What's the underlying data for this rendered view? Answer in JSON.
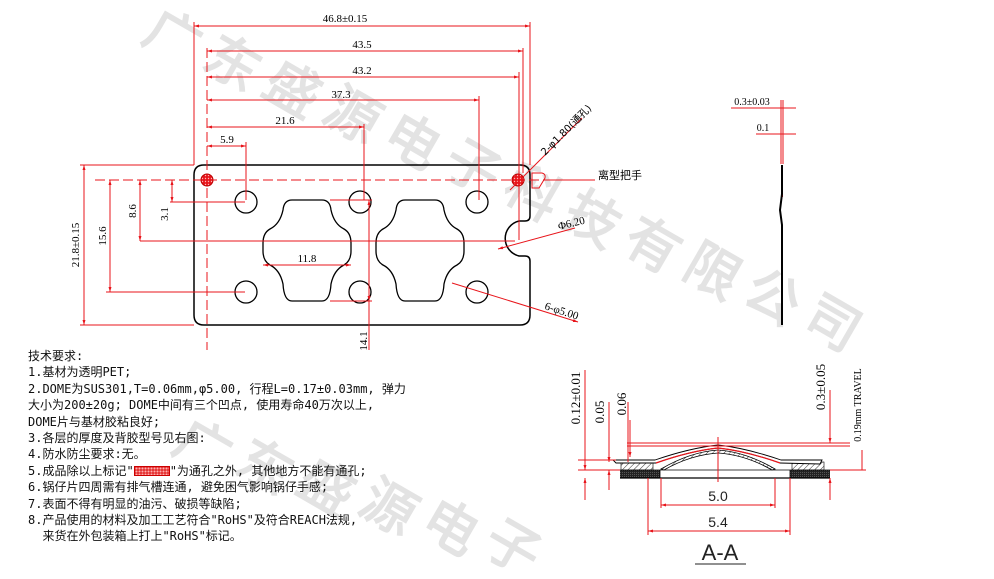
{
  "watermark": {
    "line1": [
      "广",
      "东",
      "盛",
      "源",
      "电",
      "子",
      "科",
      "技",
      "有",
      "限",
      "公",
      "司"
    ],
    "line2": [
      "广",
      "东",
      "盛",
      "源",
      "电",
      "子"
    ]
  },
  "top_view": {
    "dimensions": {
      "overall_width": "46.8±0.15",
      "width_43_5": "43.5",
      "width_43_2": "43.2",
      "width_37_3": "37.3",
      "width_21_6": "21.6",
      "width_5_9": "5.9",
      "overall_height": "21.8±0.15",
      "height_15_6": "15.6",
      "height_8_6": "8.6",
      "height_3_1": "3.1",
      "cutout_width": "11.8",
      "height_14_1": "14.1",
      "notch_dia": "Φ6.20",
      "dome_holes": "6-φ5.00",
      "vent_holes": "2-φ1.80(通孔)",
      "release_tab": "离型把手"
    }
  },
  "side_view": {
    "total_thickness": "0.3±0.03",
    "base_thickness": "0.1"
  },
  "section_view": {
    "title": "A-A",
    "dims": {
      "t_012": "0.12±0.01",
      "t_005": "0.05",
      "t_006": "0.06",
      "t_03": "0.3±0.05",
      "travel": "0.19mm  TRAVEL",
      "inner_dia": "5.0",
      "outer_dia": "5.4"
    }
  },
  "notes": {
    "heading": "技术要求:",
    "items": [
      "1.基材为透明PET;",
      "2.DOME为SUS301,T=0.06mm,φ5.00, 行程L=0.17±0.03mm, 弹力",
      "大小为200±20g; DOME中间有三个凹点, 使用寿命40万次以上,",
      "DOME片与基材胶粘良好;",
      "3.各层的厚度及背胶型号见右图:",
      "4.防水防尘要求:无。",
      "5.成品除以上标记\"",
      "\"为通孔之外, 其他地方不能有通孔;",
      "6.锅仔片四周需有排气槽连通, 避免困气影响锅仔手感;",
      "7.表面不得有明显的油污、破损等缺陷;",
      "8.产品使用的材料及加工工艺符合\"RoHS\"及符合REACH法规,",
      "  来货在外包装箱上打上\"RoHS\"标记。"
    ]
  },
  "colors": {
    "dimension_line": "#e8151b",
    "outline": "#000000",
    "watermark": "#9a9a9a"
  }
}
